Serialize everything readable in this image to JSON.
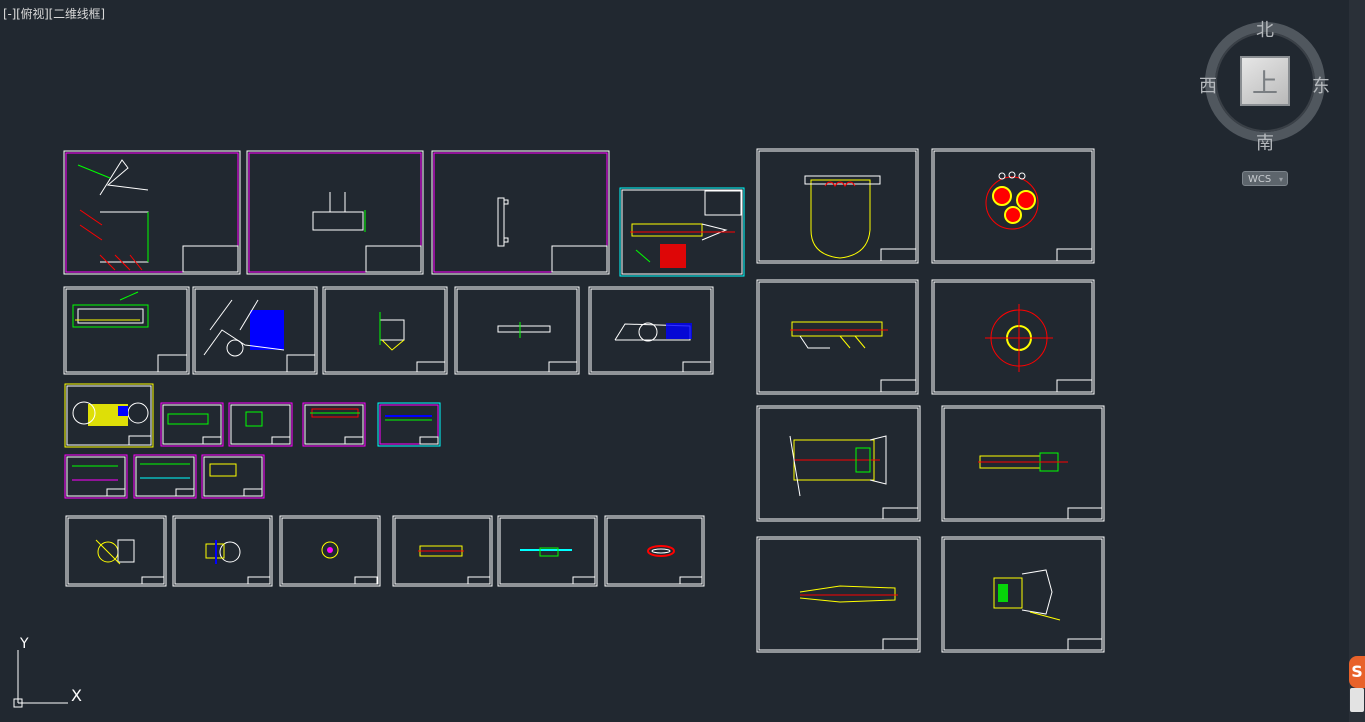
{
  "viewport": {
    "label": "[-][俯视][二维线框]"
  },
  "viewcube": {
    "north": "北",
    "south": "南",
    "east": "东",
    "west": "西",
    "face": "上",
    "wcs": "WCS",
    "wcs_arrow": "▾"
  },
  "ucs": {
    "y_label": "Y",
    "x_label": "X"
  },
  "colors": {
    "background": "#212830",
    "frame_white": "#ffffff",
    "frame_magenta": "#ff00ff",
    "frame_cyan": "#00ffff",
    "frame_yellow": "#ffff00",
    "geometry_yellow": "#ffff00",
    "geometry_green": "#00ff00",
    "geometry_red": "#ff0000",
    "geometry_blue": "#0000ff"
  },
  "ime": {
    "glyph": "S"
  }
}
